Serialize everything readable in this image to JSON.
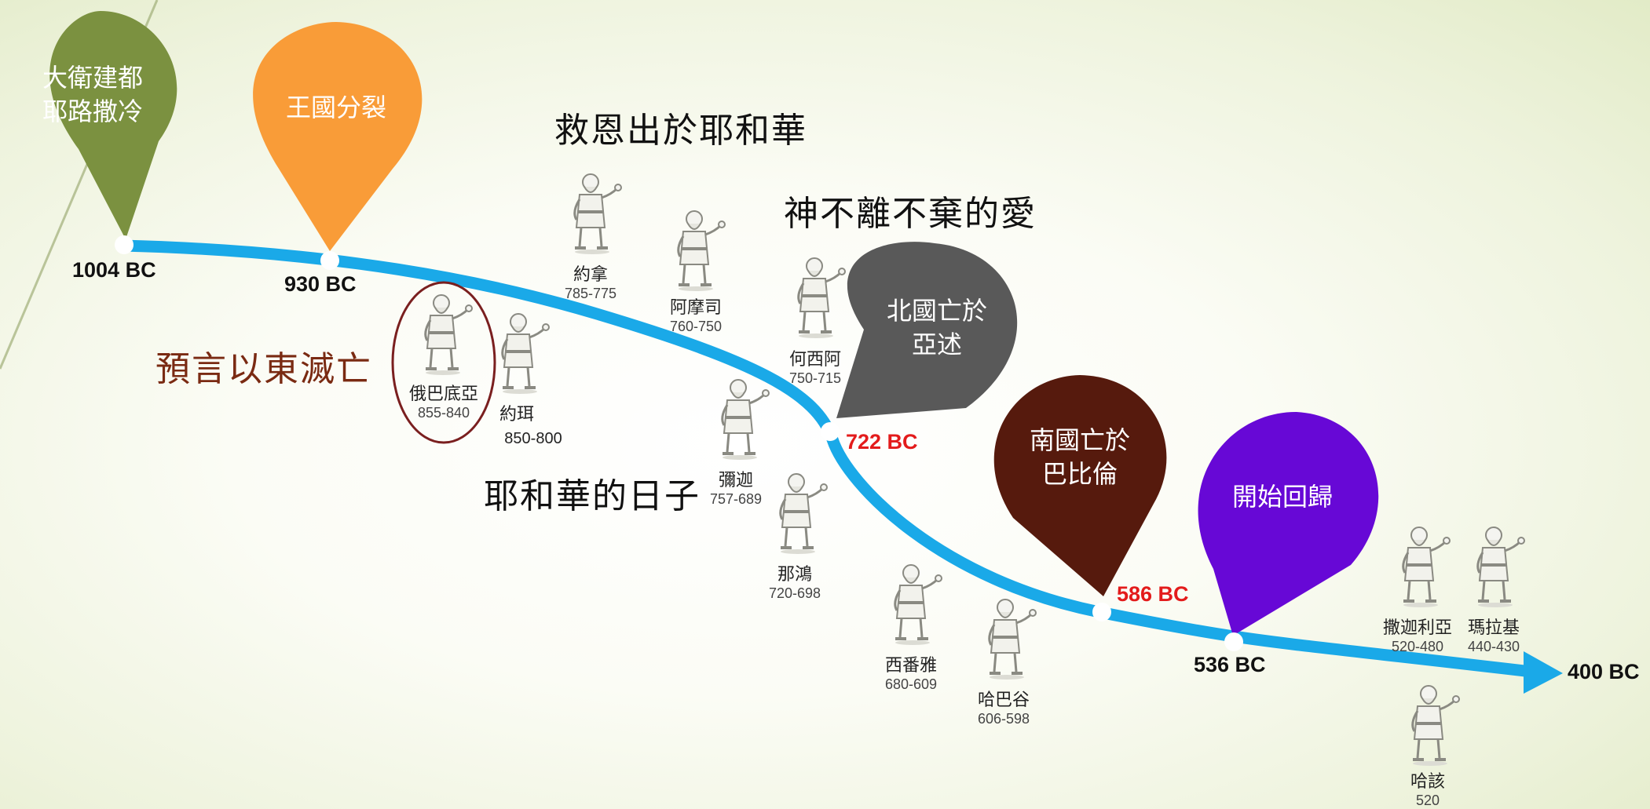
{
  "timeline": {
    "dates": {
      "d1004": "1004 BC",
      "d930": "930 BC",
      "d722": "722 BC",
      "d586": "586 BC",
      "d536": "536 BC",
      "d400": "400 BC"
    },
    "colors": {
      "line": "#1aa9e8",
      "red_date": "#e31b1b",
      "olive_pin": "#7b9140",
      "orange_pin": "#f99c38",
      "gray_pin": "#595959",
      "brown_pin": "#561a0d",
      "purple_pin": "#6708d6",
      "obadiah_circle": "#7a1f1f",
      "edom_text": "#7a2a12"
    }
  },
  "pins": {
    "david": {
      "line1": "大衛建都",
      "line2": "耶路撒冷"
    },
    "split": {
      "line1": "王國分裂"
    },
    "north": {
      "line1": "北國亡於",
      "line2": "亞述"
    },
    "south": {
      "line1": "南國亡於",
      "line2": "巴比倫"
    },
    "return": {
      "line1": "開始回歸"
    }
  },
  "phrases": {
    "salvation": "救恩出於耶和華",
    "love": "神不離不棄的愛",
    "day": "耶和華的日子",
    "edom": "預言以東滅亡"
  },
  "prophets": {
    "obadiah": {
      "name": "俄巴底亞",
      "years": "855-840"
    },
    "joel": {
      "name": "約珥",
      "years": "850-800"
    },
    "jonah": {
      "name": "約拿",
      "years": "785-775"
    },
    "amos": {
      "name": "阿摩司",
      "years": "760-750"
    },
    "hosea": {
      "name": "何西阿",
      "years": "750-715"
    },
    "micah": {
      "name": "彌迦",
      "years": "757-689"
    },
    "nahum": {
      "name": "那鴻",
      "years": "720-698"
    },
    "zephaniah": {
      "name": "西番雅",
      "years": "680-609"
    },
    "habakkuk": {
      "name": "哈巴谷",
      "years": "606-598"
    },
    "zechariah": {
      "name": "撒迦利亞",
      "years": "520-480"
    },
    "malachi": {
      "name": "瑪拉基",
      "years": "440-430"
    },
    "haggai": {
      "name": "哈該",
      "years": "520"
    }
  }
}
